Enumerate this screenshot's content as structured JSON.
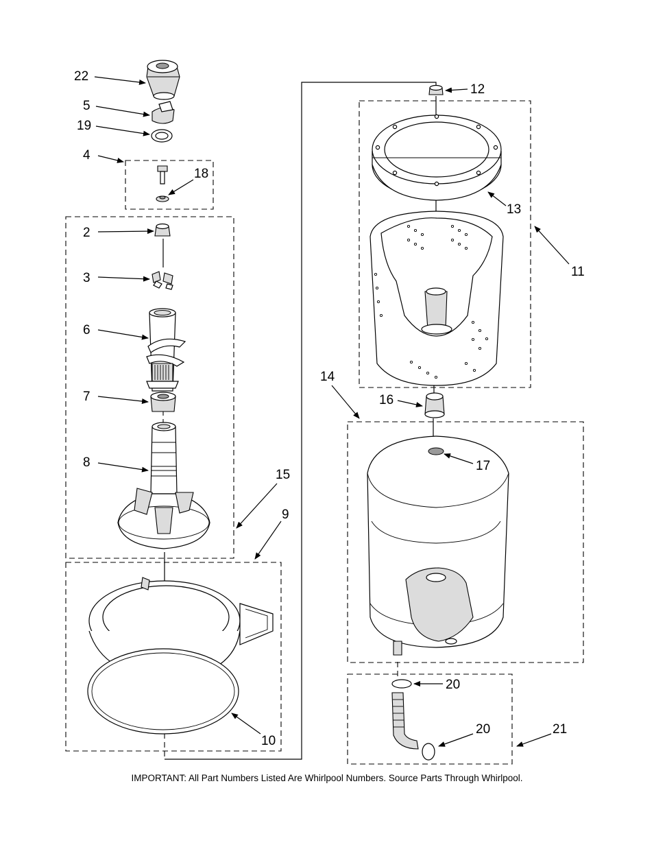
{
  "labels": {
    "p22": "22",
    "p5": "5",
    "p19": "19",
    "p4": "4",
    "p18": "18",
    "p2": "2",
    "p3": "3",
    "p6": "6",
    "p7": "7",
    "p8": "8",
    "p15": "15",
    "p9": "9",
    "p10": "10",
    "p12": "12",
    "p13": "13",
    "p11": "11",
    "p14": "14",
    "p16": "16",
    "p17": "17",
    "p20a": "20",
    "p20b": "20",
    "p21": "21"
  },
  "footer": {
    "note": "IMPORTANT: All Part Numbers Listed Are Whirlpool Numbers. Source Parts Through Whirlpool."
  }
}
